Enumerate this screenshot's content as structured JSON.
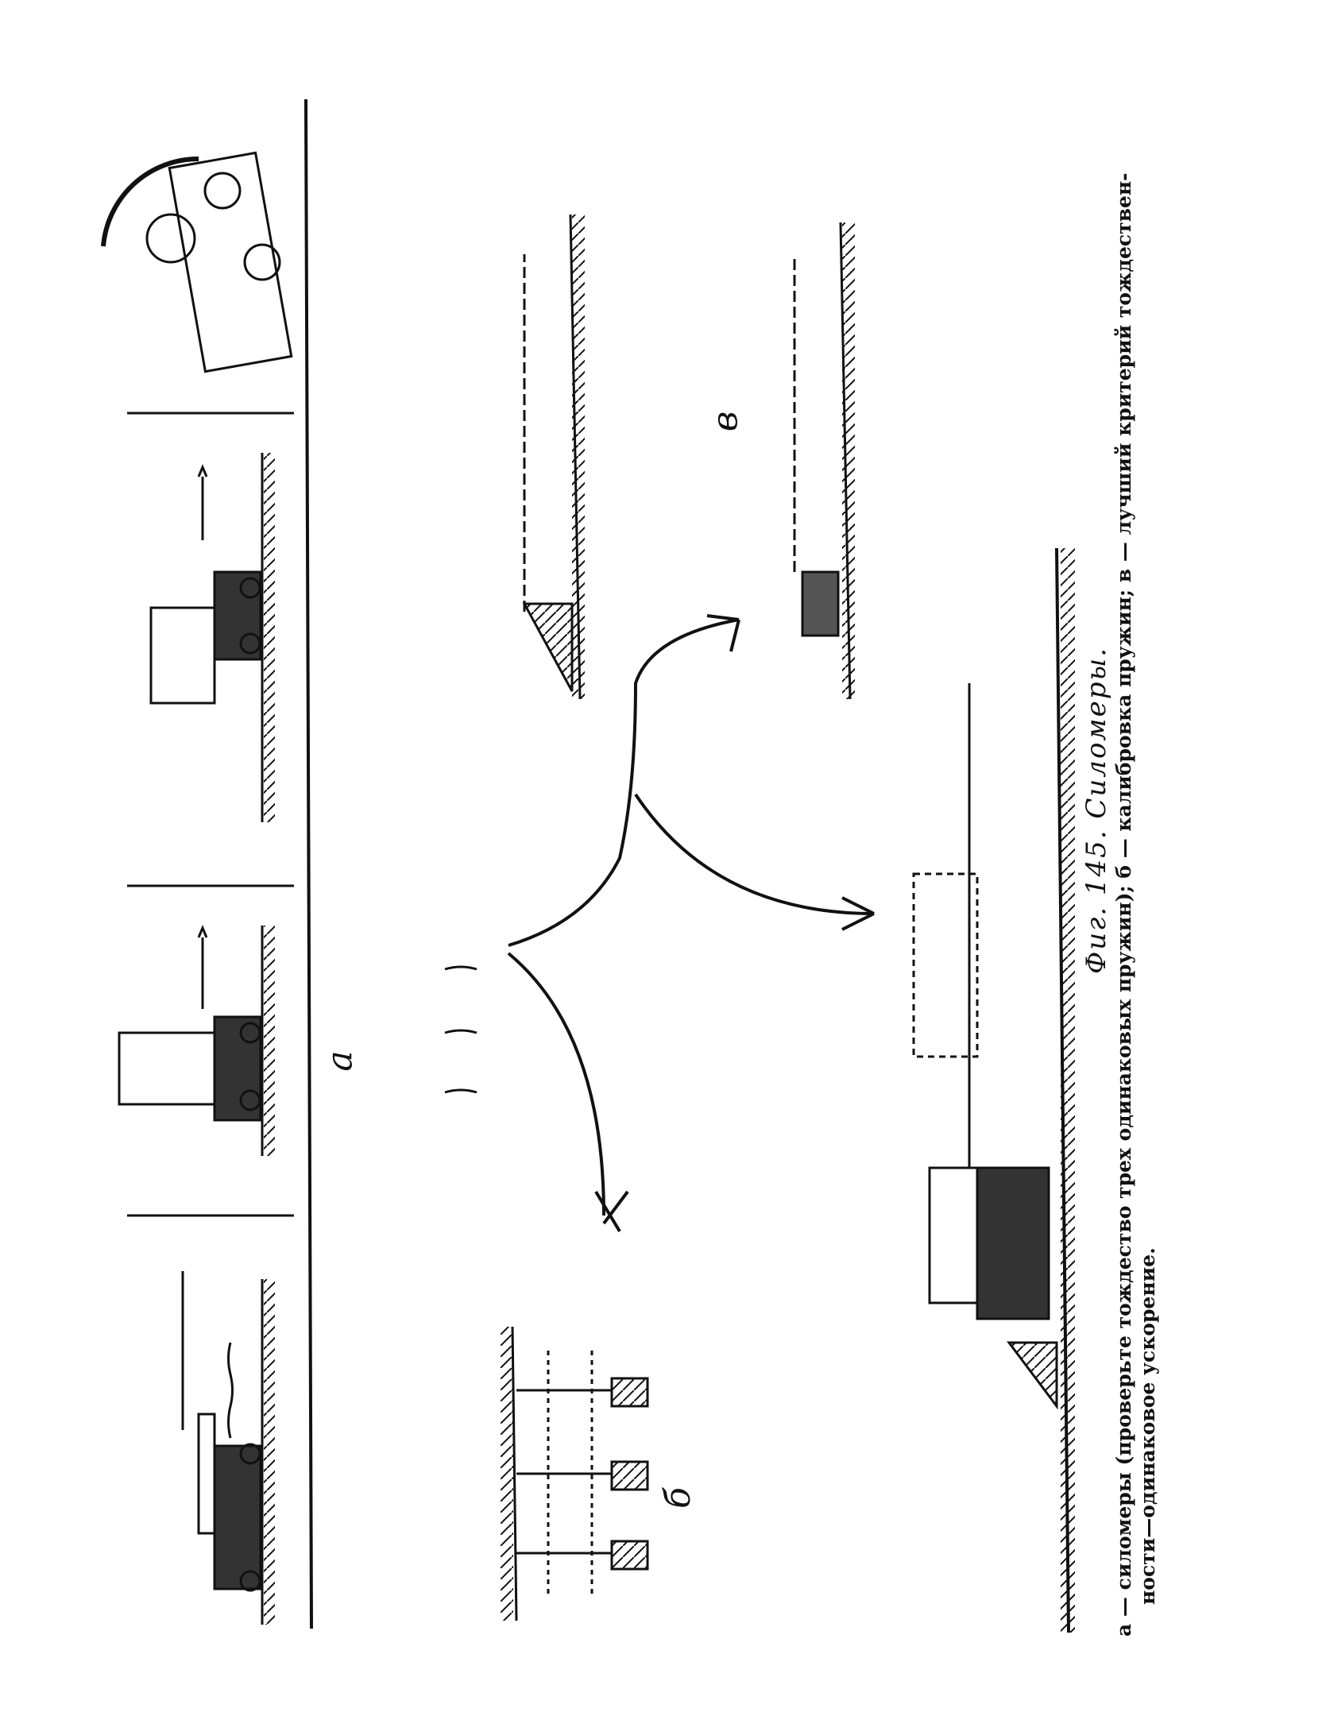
{
  "figure": {
    "title": "Фиг. 145. Силомеры.",
    "caption_line1": "а — силомеры (проверьте тождество трех одинаковых пружин); б — калибровка пружин; в — лучший критерий тождествен-",
    "caption_line2": "ности—одинаковое ускорение."
  },
  "labels": {
    "a": "а",
    "b": "б",
    "v": "в"
  }
}
